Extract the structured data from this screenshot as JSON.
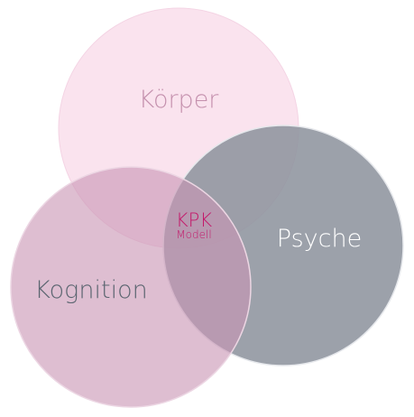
{
  "diagram": {
    "center": {
      "title": "KPK",
      "subtitle": "Modell"
    },
    "circles": [
      {
        "id": "koerper",
        "label": "Körper",
        "fill": "#f9e0ec",
        "text_color": "#c490ad"
      },
      {
        "id": "psyche",
        "label": "Psyche",
        "fill": "#8e949e",
        "text_color": "#ffffff"
      },
      {
        "id": "kognition",
        "label": "Kognition",
        "fill": "#d6a9c3",
        "text_color": "#5b6570"
      }
    ],
    "center_color": "#c4186a"
  }
}
